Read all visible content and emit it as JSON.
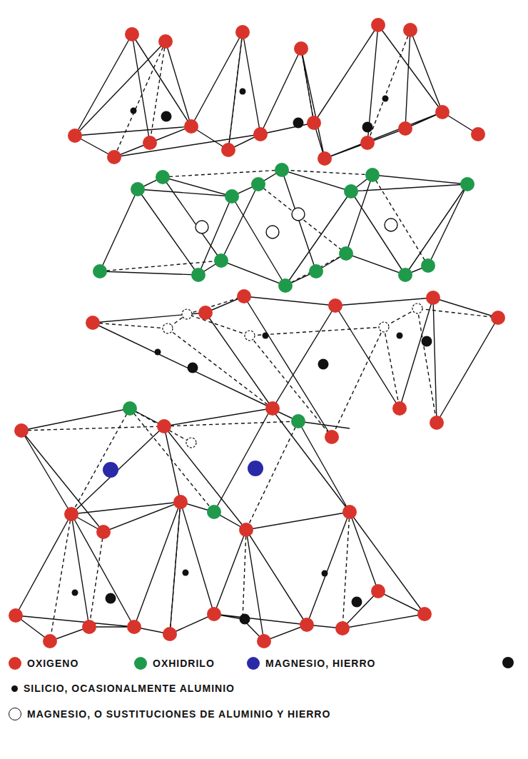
{
  "diagram": {
    "legend": [
      {
        "text": "OXIGENO",
        "color": "#d9342b"
      },
      {
        "text": "OXHIDRILO",
        "color": "#1f9a4a"
      },
      {
        "text": "MAGNESIO, HIERRO",
        "color": "#2a2aa8"
      },
      {
        "text": "SILICIO, OCASIONALMENTE ALUMINIO",
        "color": "#111111"
      },
      {
        "text": "MAGNESIO, O SUSTITUCIONES DE ALUMINIO Y HIERRO"
      }
    ]
  }
}
